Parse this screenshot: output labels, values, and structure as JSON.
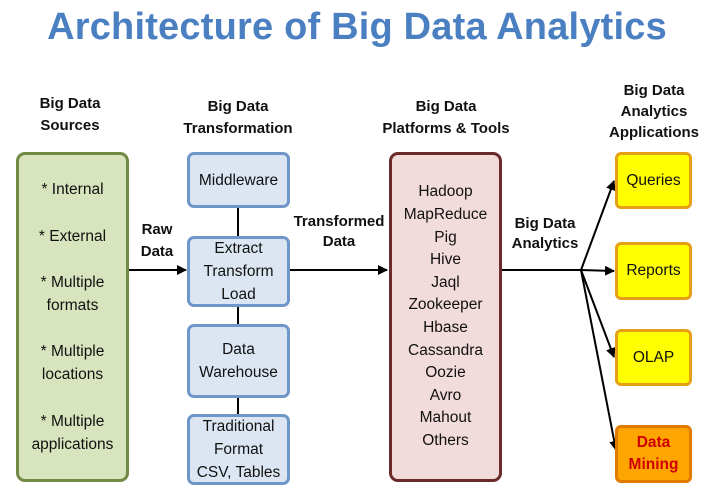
{
  "title": "Architecture of Big Data Analytics",
  "headers": {
    "sources": "Big Data\nSources",
    "transformation": "Big Data\nTransformation",
    "platforms": "Big Data\nPlatforms & Tools",
    "applications": "Big Data\nAnalytics\nApplications"
  },
  "sources": [
    "* Internal",
    "* External",
    "* Multiple\nformats",
    "* Multiple\nlocations",
    "* Multiple\napplications"
  ],
  "transformation_boxes": {
    "middleware": "Middleware",
    "etl": "Extract\nTransform\nLoad",
    "warehouse": "Data\nWarehouse",
    "traditional": "Traditional\nFormat\nCSV, Tables"
  },
  "platforms": [
    "Hadoop",
    "MapReduce",
    "Pig",
    "Hive",
    "Jaql",
    "Zookeeper",
    "Hbase",
    "Cassandra",
    "Oozie",
    "Avro",
    "Mahout",
    "Others"
  ],
  "applications": {
    "queries": "Queries",
    "reports": "Reports",
    "olap": "OLAP",
    "mining": "Data\nMining"
  },
  "flow_labels": {
    "raw": "Raw\nData",
    "transformed": "Transformed\nData",
    "analytics": "Big Data\nAnalytics"
  }
}
